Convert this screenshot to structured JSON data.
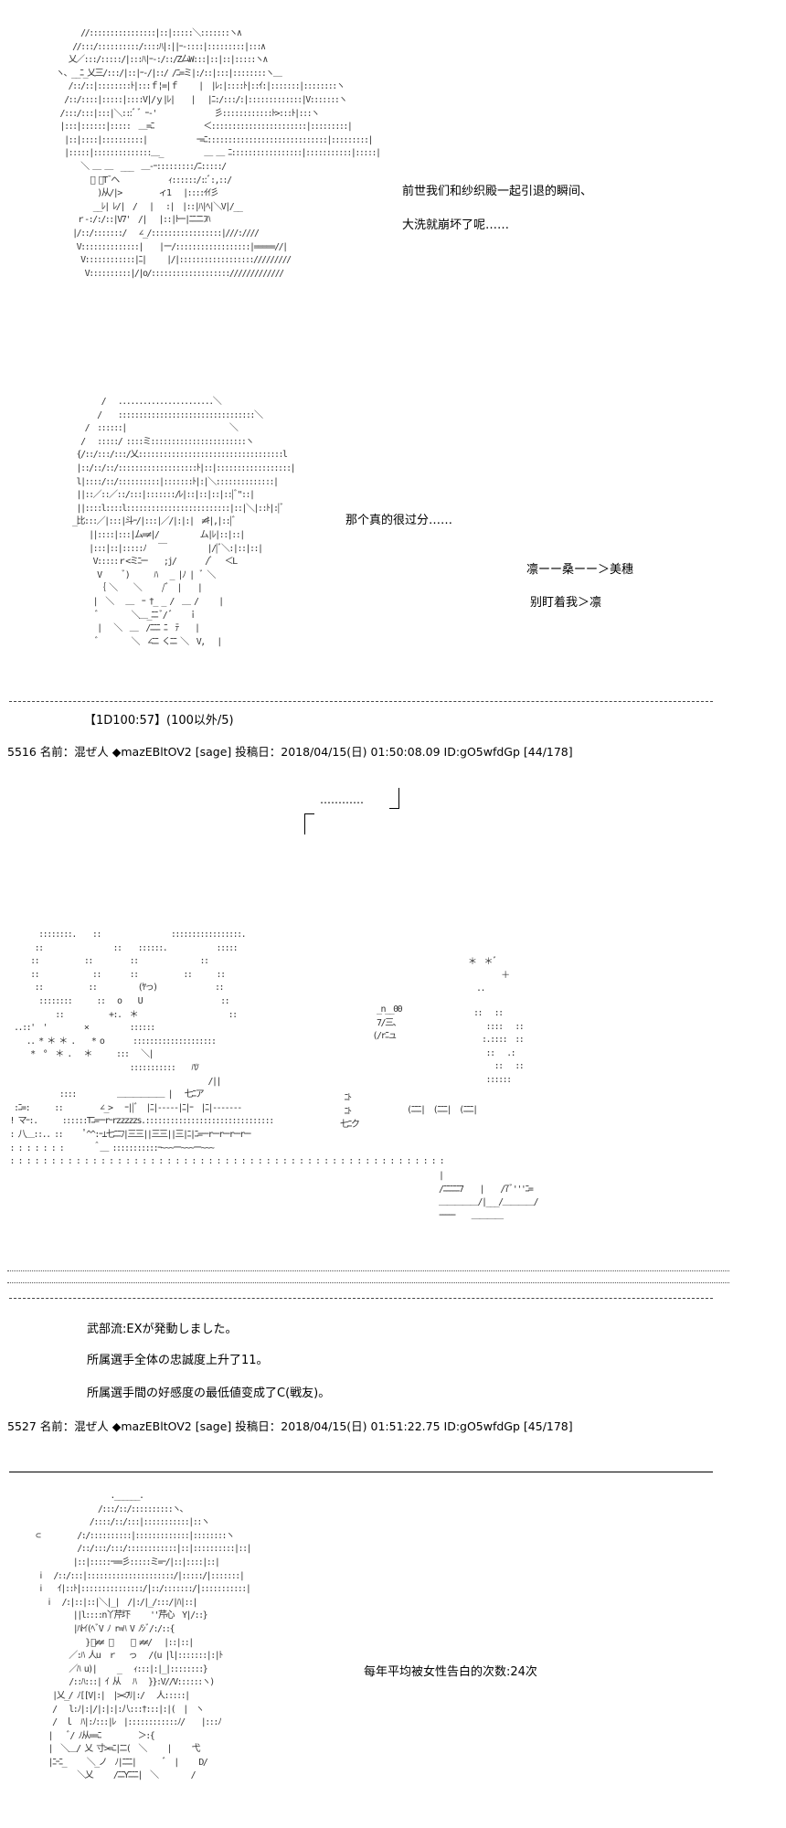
{
  "panel1": {
    "art": "        //::::::::::::::::|::|:::::＼:::::::ヽ∧\n      //:::/::::::::::/::::ﾊ|:||ｰ-::::|:::::::::|:::∧\n     乂／:::/:::::/|:::ﾊ|ｰ-:/::/Z厶W:::|::|::|:::::ヽ∧\n  ヽ、__ﾆ_乂三/:::/|::|ｰ-/|::/ /ﾆ=ミ|:/::|:::|::::::::ヽ＿\n     /::/::|::::::::ﾄ|:::ｆ¦=|ｆ     |  |ﾚ:|::::ﾄ|::ｲ:|:::::::|::::::::ヽ\n    /::/::::|:::::|::::V|/ｙ|ﾚ|    |   |ﾆ:/:::/:|:::::::::::::|V:::::::ヽ\n   /:::/:::|:::|＼:::ﾞ ﾞ ｰ-'              彡::::::::::::ﾄ>:::ﾄ|:::ヽ\n   |:::|::::::|:::::  ＿=ﾆ            ＜:::::::::::::::::::::::|:::::::::|\n    |::|::::|::::::::::|            ｰ=ﾆ:::::::::::::::::::::::::::::|:::::::::|\n    |:::::|::::::::::::::＿_          ＿ ＿ ﾆ:::::::::::::::::|:::::::::::|:::::|\n        ＼ ＿ ＿  ___  ＿-ｰ:::::::::/ﾆ:::::/\n          ﾞ ｰT¯ヘ            ｨ::::::/::ﾞ:,::/\n            )从/|>         ィ1   |::::ｲｲ彡\n           __ﾚ| ﾚ/|  /   |   :|  |::|ﾊ|ﾍ|＼V|/__\n       ｒ-:/:/::|V7'  /|   |::|ﾄｰｰ|ﾆﾆニﾌﾊ\n      |/::/:::::::/   ∠_/:::::::::::::::::|///:////\n       V::::::::::::::|    |ー/::::::::::::::::::|=====//|\n        V::::::::::::|ﾆ|     |/|:::::::::::::::::://///////\n         V::::::::::|/|o/::::::::::::::::::://///////////",
    "line1": "前世我们和纱织殿一起引退的瞬间、",
    "line2": "大洗就崩坏了呢……"
  },
  "panel2": {
    "art": "         /   .......................＼\n        /    :::::::::::::::::::::::::::::::::＼\n     /  ::::::|                         ＼\n    /   :::::/ ::::ミ:::::::::::::::::::::::ヽ\n   {/::/:::/:::/乂:::::::::::::::::::::::::::::::::::l\n   |::/::/::/:::::::::::::::::::ﾄ|::|::::::::::::::::::|\n   l|::::/::/::::::::::|:::::::ﾄ|:|＼::::::::::::::|\n   ||::／::／::/:::|:::::::/ﾚ|::|::|::|::|ﾞ\"::|\n   ||::::l::::l:::::::::::::::::::::::::|::|＼|::ﾄ|:|ﾞ\n  _比:::／|:::|斗ｰ/|:::|／/|:|:|  ≠ｷ|,|::|ﾞ\n      ||::::|:::|ム=≠|/          ム|ﾚ|::|::|\n      |:::|::|:::::ﾉ   ￣          |/|ﾞ＼:|::|::|\n       V:::::ｒ<ミﾆｰｰ    ;j/       /ﾞ   ＜L\n        V     ﾞ)      ﾊ   _ |ﾉ |  ﾞ ＼\n        ｛ ＼    ＼     /ﾞ  |    |\n       |  ＼   ＿  ｰ †_ _ /  ＿ /     |\n        ﾞ        ＼＿_ﾆﾆ ﾞ/ ﾞ    ｉ\n        |   ＼  ＿  /ﾆﾆﾆ ﾆ  ﾃ    |\n        ﾞ        ＼  ∠ﾆﾆ くﾆﾆ ＼  V,   |",
    "line1": "那个真的很过分……",
    "line2": "凛ーー桑ーー＞美穗",
    "line3": "别盯着我＞凛",
    "roll": "【1D100:57】(100以外/5)"
  },
  "post1": {
    "header": "5516 名前：混ぜ人 ◆mazEBltOV2 [sage] 投稿日：2018/04/15(日) 01:50:08.09 ID:gO5wfdGp [44/178]"
  },
  "panel3": {
    "dots": "…………",
    "art": "        ::::::::.    ::                 :::::::::::::::::.\n       ::                 ::    ::::::.            :::::\n      ::           ::         ::               ::\n      ::             ::       ::           ::      ::\n       ::           ::          (ﾔっ)              ::\n        ::::::::      ::   o    U                   ::\n            ::           +:.  ＊                      ::\n  ..::'  '         ×          ::::::\n     .. * ＊ ＊ .    * o       ::::::::::::::::::::\n      *  °  ＊ .   ＊      :::   ＼|\n                              :::::::::::    ﾊﾂ\n                                                 /||\n             ::::          ＿＿＿＿＿＿ |   七ﾆア\n  :ﾆ=:      ::         ∠_>   ｰ||ﾞ  |ﾆ|-----|ﾆ|ｰ  |ﾆ|-------\n ! マｰ:.      ::::::Tﾆ=ｰｰrｰrzzzzzs.:::::::::::::::::::::::::::::::\n : 八＿::.. ::     ﾟ^^:ｰ⊥七ﾆﾆﾌ|三三||三三||三|ﾆ|ﾆ=ｰｰrｰｰrｰｰrｰｰrｰｰ\n : : : : : : :       ＾＿ :::::::::::ｰ~~~ー~~~ー~~~\n : : : : : : : : : : : : : : : : : : : : : : : : : : : : : : : : : : : : : : : : : : : : : : : : : : : : :",
    "tent": "  _n__00\n  7/三、\n (/rﾆュ",
    "sign": " ﾆﾄ\n ﾆﾄ\n七ﾆク",
    "boxes": "(ﾆﾆﾆ|  (ﾆﾆﾆ|  (ﾆﾆﾆ|",
    "stars": "＊  ＊ﾞ\n        ＋\n  ..",
    "circle_right": "::   ::\n   ::::   ::\n  :.::::  ::\n   ::   .:\n     ::   ::\n   ::::::",
    "right_bars": "|\n/ﾆﾆﾆﾆﾆ7    |    /7ﾞ'''ﾆ=\n＿＿＿＿＿/|___/＿＿＿＿/\nｰｰｰｰｰ    ＿＿＿＿",
    "line1": "武部流:EXが発動しました。",
    "line2": "所属選手全体の忠誠度上升了11。",
    "line3": "所属選手間の好感度の最低値变成了C(戦友)。"
  },
  "post2": {
    "header": "5527 名前：混ぜ人 ◆mazEBltOV2 [sage] 投稿日：2018/04/15(日) 01:51:22.75 ID:gO5wfdGp [45/178]"
  },
  "panel4": {
    "art": "                    .______.\n                 /:::/::/::::::::::ヽ､\n               /::::/::/:::|:::::::::::|::ヽ\n  ⊂         /:/::::::::::|:::::::::::::|::::::::ヽ\n            /::/:::/:::/::::::::::::|::|::::::::::|::|\n           |::|:::::ｰ==彡:::::ミ=ｰ/|::|::::|::|\n   ⅰ   /::/:::|:::::::::::::::::::::/|:::::/|:::::::|\n   ⅰ    ｲ|::ﾄ|:::::::::::::::/|::/:::::::/|:::::::::::|\n     ⅰ   /:|::|::|＼|_|  /|:/|_/:::/|ﾊ|::|\n           ||l::::n丫芹圷     ''芹心  Y|/::}\n           |ﾊﾄｲ(ﾍﾞV ﾉ r=ﾊ V ﾉｼﾞ/:/::{\n              }ﾞ≠≠ ﾞ    ﾞ ≠≠/   |::|::|\n          ／:ﾊ 人u  ｒ   っ   /(u |l|:::::::|:|ﾄ\n          ／ﾊ u)|     _   ｨ:::|:|_|::::::::}\n          /::ﾊ:::| ｲ 从   ﾊ   }}:V//V::::::ヽ)\n      |乂_/ ﾉ[[V|:|  |><ﾌﾘ|:/   人:::::|\n      /   l:ﾉ|:|/|:|:|:八:::†:::|:|(  |  ヽ\n      /  ｌ  ﾊ|:ﾉ:::|ﾚ  |::::::::::::ﾉ/    |:::ﾉ\n     |    ﾞ/ ﾉ从==ﾆ         ＞:{\n     |  ＼＿/ 乂 寸>=ﾆ|ﾆﾆ(  ＼     |     弋\n     |ﾆｰﾆ_     ＼_ノ  ﾉ|ﾆﾆﾆ|       ﾞ  |     D/\n            ＼乂     /ﾆﾆYﾆﾆﾆ|  ＼        /",
    "line1": "每年平均被女性告白的次数:24次"
  }
}
